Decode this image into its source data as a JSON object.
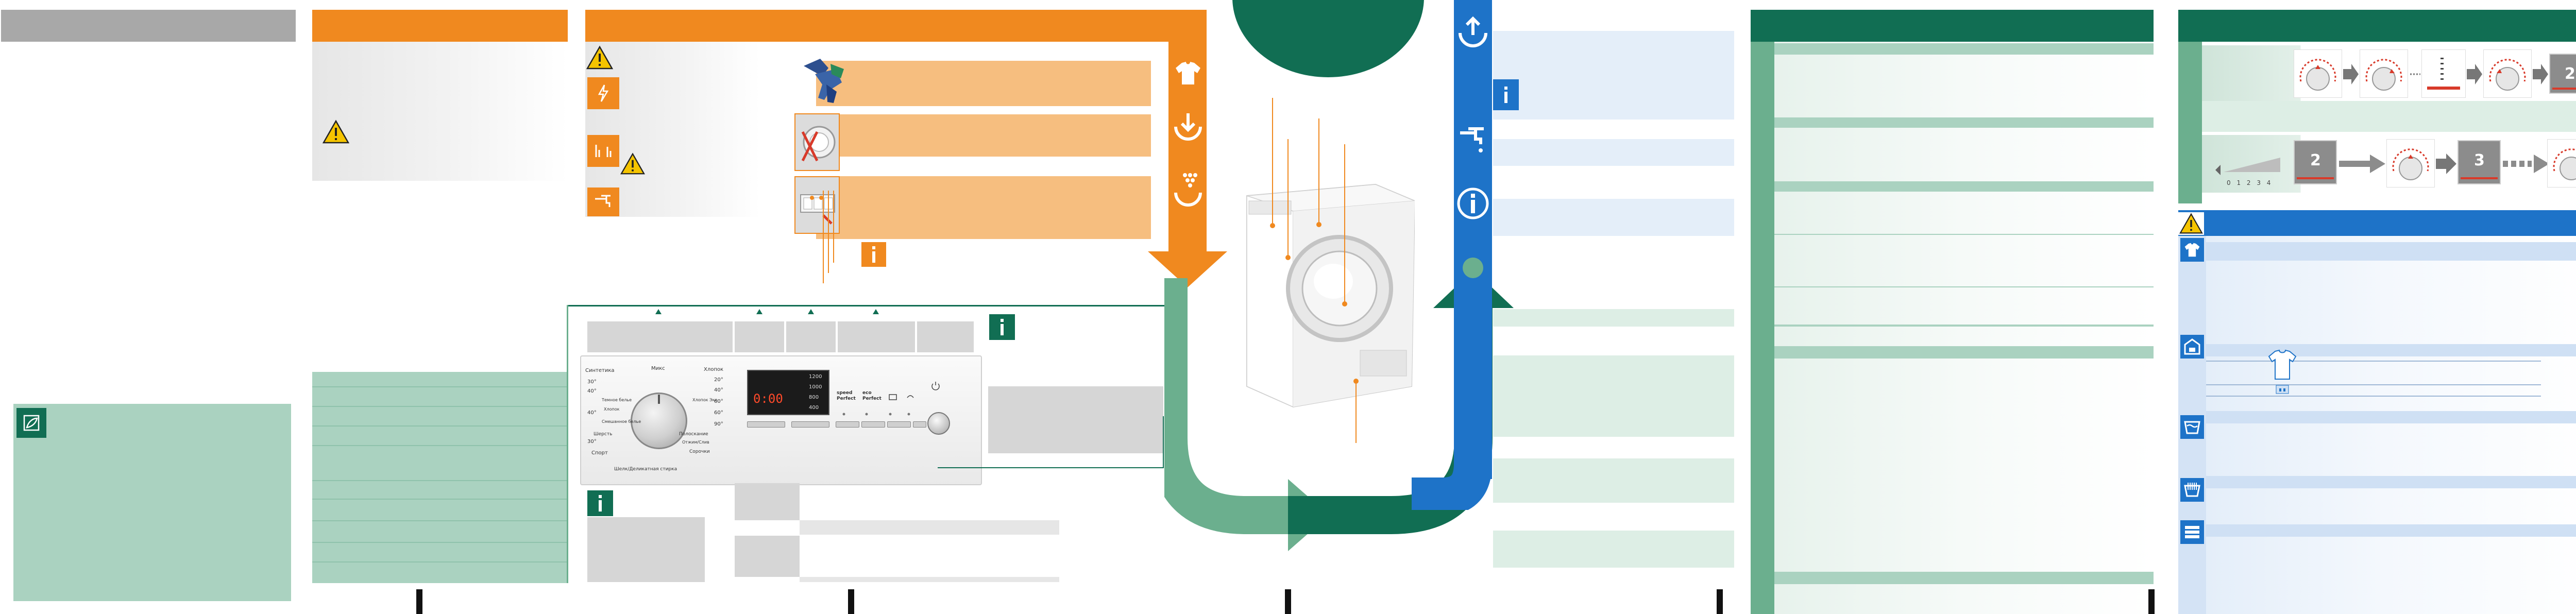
{
  "colors": {
    "orange": "#F0891F",
    "light_orange": "#F6BE7F",
    "grey_bar": "#A8A8A8",
    "dark_green": "#116E53",
    "mid_green": "#6BAF8E",
    "pale_green": "#AAD2C0",
    "blue": "#1E73C8",
    "light_blue": "#E4EEF9",
    "panel_grey": "#D6D6D6"
  },
  "program_dial": {
    "left_labels": [
      "Синтетика",
      "30°",
      "40°",
      "Темное белье",
      "Хлопок",
      "40°",
      "Смешанное белье",
      "Шерсть",
      "30°",
      "Спорт"
    ],
    "top_label": "Микс",
    "right_labels": [
      "Хлопок",
      "20°",
      "40°",
      "Хлопок Эко",
      "60°",
      "60°",
      "90°",
      "Полоскание",
      "Отжим/Слив",
      "Сорочки"
    ],
    "bottom_label": "Шелк/Деликатная стирка"
  },
  "display": {
    "time": "0:00",
    "spin_speeds": [
      "1200",
      "1000",
      "800",
      "400"
    ]
  },
  "option_buttons": [
    "speed Perfect",
    "eco Perfect"
  ],
  "scale_numbers": "0 1 2 3 4",
  "steps": {
    "step_a": "2",
    "step_b": "2",
    "step_c": "3"
  },
  "icons": {
    "warning": "warning-triangle-icon",
    "info": "info-icon",
    "tap": "water-tap-icon",
    "shirt": "shirt-icon",
    "load": "load-arrow-icon",
    "detergent": "detergent-icon",
    "upload": "upload-arrow-icon",
    "start": "start-button-icon"
  }
}
